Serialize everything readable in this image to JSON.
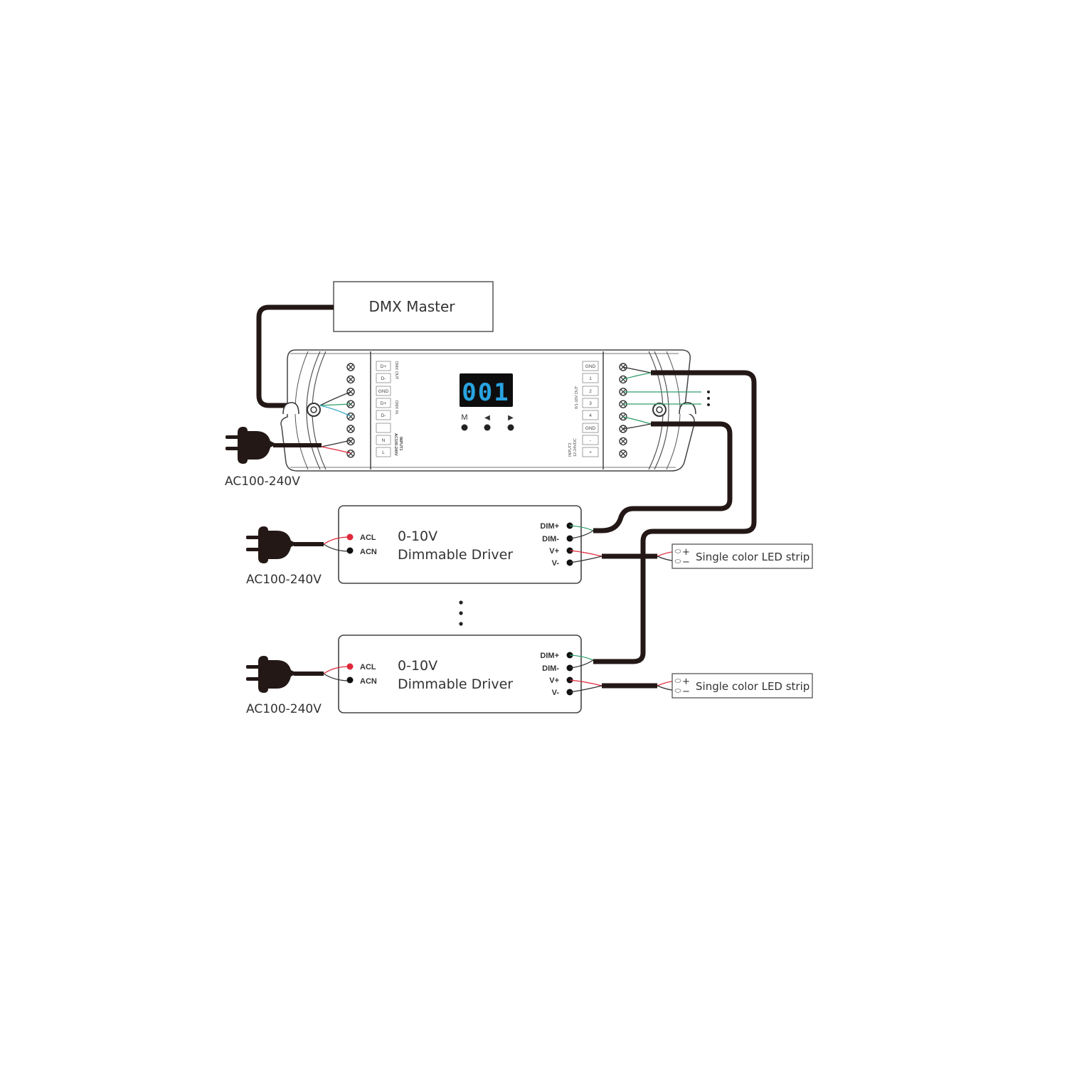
{
  "diagram": {
    "dmx_master": {
      "label": "DMX Master"
    },
    "decoder": {
      "display_value": "001",
      "buttons": [
        {
          "symbol": "M",
          "name": "mode"
        },
        {
          "symbol": "◀",
          "name": "left"
        },
        {
          "symbol": "▶",
          "name": "right"
        }
      ],
      "left_terminals": [
        "D+",
        "D-",
        "GND",
        "D+",
        "D-",
        "",
        "N",
        "L"
      ],
      "left_group_labels": [
        "DMX OUT",
        "DMX IN",
        "INPUT1",
        "AC100-240V"
      ],
      "right_terminals": [
        "GND",
        "1",
        "2",
        "3",
        "4",
        "GND",
        "-",
        "+"
      ],
      "right_group_labels": [
        "0/1-10V OUT",
        "INPUT2",
        "12-24VDC"
      ]
    },
    "mains_input": {
      "label": "AC100-240V"
    },
    "drivers": [
      {
        "title_line1": "0-10V",
        "title_line2": "Dimmable Driver",
        "ac_terminals": [
          "ACL",
          "ACN"
        ],
        "dc_terminals": [
          "DIM+",
          "DIM-",
          "V+",
          "V-"
        ],
        "mains_label": "AC100-240V",
        "led_strip": {
          "label": "Single color LED strip",
          "plus": "+",
          "minus": "−"
        }
      },
      {
        "title_line1": "0-10V",
        "title_line2": "Dimmable Driver",
        "ac_terminals": [
          "ACL",
          "ACN"
        ],
        "dc_terminals": [
          "DIM+",
          "DIM-",
          "V+",
          "V-"
        ],
        "mains_label": "AC100-240V",
        "led_strip": {
          "label": "Single color LED strip",
          "plus": "+",
          "minus": "−"
        }
      }
    ],
    "colors": {
      "cable": "#231815",
      "wire_green": "#2e9e6b",
      "wire_blue": "#3aa7c9",
      "wire_red": "#e0283a",
      "display_bg": "#0d0d0d",
      "display_digits": "#29a3e0",
      "outline": "#555555"
    }
  }
}
